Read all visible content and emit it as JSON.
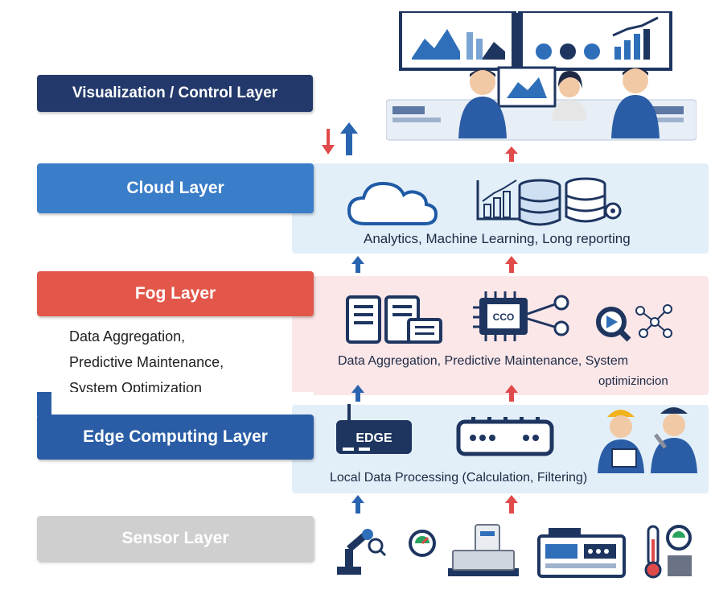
{
  "layers": {
    "visualization": {
      "label": "Visualization / Control Layer"
    },
    "cloud": {
      "label": "Cloud Layer",
      "caption": "Analytics, Machine Learning, Long reporting"
    },
    "fog": {
      "label": "Fog Layer",
      "side_text": [
        "Data Aggregation,",
        "Predictive Maintenance,",
        "System Optimization"
      ],
      "caption_line1": "Data Aggregation, Predictive Maintenance, System",
      "caption_line2": "optimizincion"
    },
    "edge": {
      "label": "Edge Computing Layer",
      "caption": "Local Data Processing (Calculation, Filtering)",
      "device_label": "EDGE"
    },
    "sensor": {
      "label": "Sensor Layer"
    }
  },
  "colors": {
    "visualization": "#23396b",
    "cloud": "#3a7dc9",
    "fog": "#e2574a",
    "edge": "#2a5da6",
    "sensor": "#cfcfcf",
    "cloud_band": "#e2eff9",
    "fog_band": "#fbe6e8",
    "edge_band": "#e2eff9",
    "arrow_up_blue": "#2a64b0",
    "arrow_up_red": "#e14a4a"
  },
  "icons": [
    "monitor-wall-icon",
    "operators-icon",
    "cloud-icon",
    "analytics-chart-icon",
    "database-icon",
    "database-gear-icon",
    "server-icon",
    "chip-icon",
    "network-search-icon",
    "edge-router-icon",
    "gateway-icon",
    "technicians-icon",
    "robot-arm-icon",
    "gauge-icon",
    "machine-icon",
    "control-panel-icon",
    "thermometer-icon"
  ]
}
